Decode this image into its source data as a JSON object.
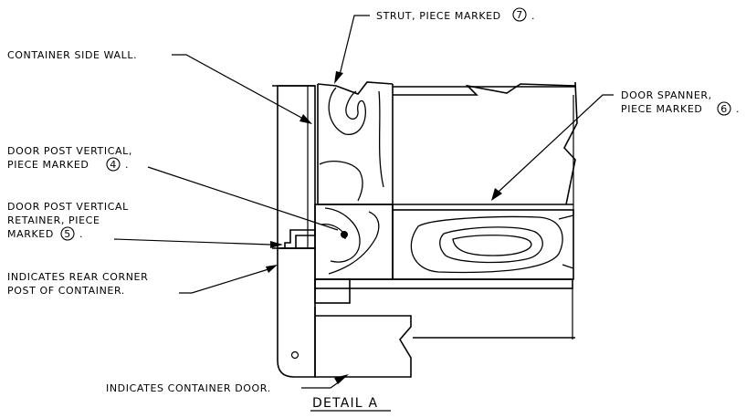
{
  "title": "DETAIL A",
  "labels": {
    "strut": "STRUT, PIECE MARKED",
    "strut_num": "7",
    "side_wall": "CONTAINER SIDE WALL.",
    "door_spanner_1": "DOOR SPANNER,",
    "door_spanner_2": "PIECE MARKED",
    "door_spanner_num": "6",
    "post_vertical_1": "DOOR POST VERTICAL,",
    "post_vertical_2": "PIECE MARKED",
    "post_vertical_num": "4",
    "retainer_1": "DOOR POST VERTICAL",
    "retainer_2": "RETAINER, PIECE",
    "retainer_3": "MARKED",
    "retainer_num": "5",
    "rear_corner_1": "INDICATES REAR CORNER",
    "rear_corner_2": "POST OF CONTAINER.",
    "container_door": "INDICATES CONTAINER DOOR."
  }
}
